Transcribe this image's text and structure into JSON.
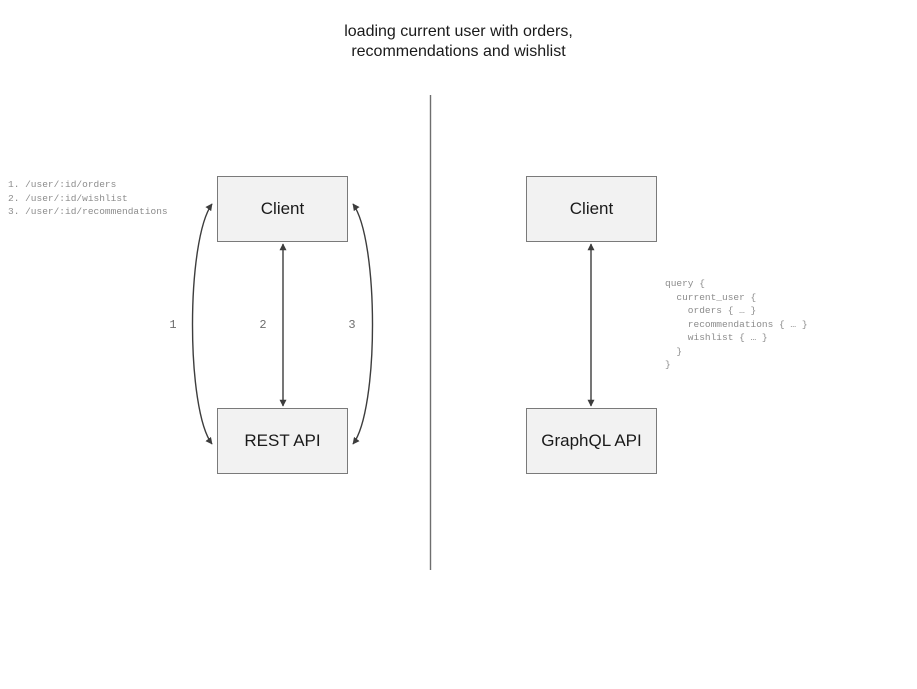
{
  "diagram": {
    "title": "loading current user with orders,\nrecommendations and wishlist",
    "type": "comparison-diagram",
    "colors": {
      "node_fill": "#f2f2f2",
      "node_border": "#7a7a7a",
      "edge_stroke": "#3d3d3d",
      "divider": "#6e6e6e",
      "code_text": "#8c8c8c",
      "title_text": "#1a1a1a"
    },
    "left_panel": {
      "name": "rest-approach",
      "nodes": {
        "client": "Client",
        "api": "REST API"
      },
      "endpoints": "1. /user/:id/orders\n2. /user/:id/wishlist\n3. /user/:id/recommendations",
      "edge_labels": [
        "1",
        "2",
        "3"
      ],
      "edge_count": 3
    },
    "right_panel": {
      "name": "graphql-approach",
      "nodes": {
        "client": "Client",
        "api": "GraphQL API"
      },
      "query": "query {\n  current_user {\n    orders { … }\n    recommendations { … }\n    wishlist { … }\n  }\n}",
      "edge_count": 1
    }
  }
}
